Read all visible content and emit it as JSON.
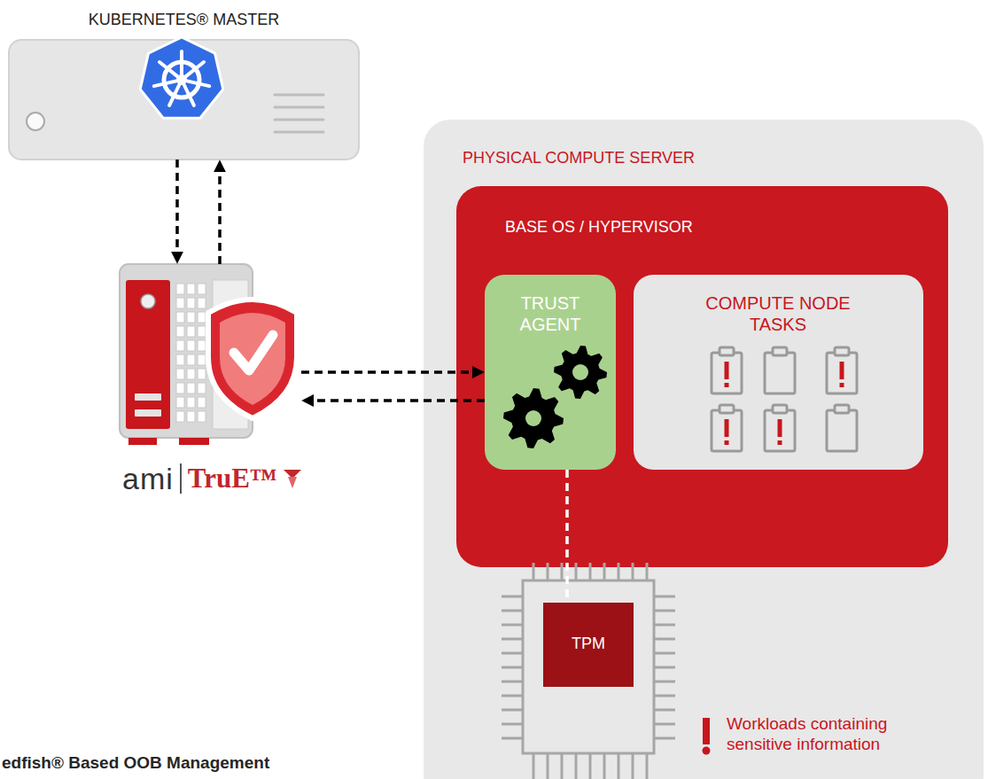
{
  "diagram": {
    "nodes": [
      {
        "text": [
          "KUBERNETES® MASTER"
        ]
      },
      {
        "text": [
          "ami",
          "TruE™"
        ]
      },
      {
        "text": [
          "PHYSICAL COMPUTE SERVER"
        ]
      },
      {
        "text": [
          "BASE OS / HYPERVISOR"
        ],
        "in": 2
      },
      {
        "text": [
          "TRUST AGENT"
        ],
        "in": 3
      },
      {
        "text": [
          "COMPUTE NODE TASKS"
        ],
        "in": 3
      },
      {
        "text": [
          "TPM"
        ],
        "in": 2
      }
    ],
    "edges": [
      {
        "from": 0,
        "to": 1,
        "arrow": "to"
      },
      {
        "from": 1,
        "to": 0,
        "arrow": "to"
      },
      {
        "from": 1,
        "to": 4,
        "arrow": "to"
      },
      {
        "from": 4,
        "to": 1,
        "arrow": "to"
      },
      {
        "from": 4,
        "to": 6,
        "arrow": "none"
      }
    ],
    "labels": [
      "edfish® Based OOB Management"
    ],
    "legend": [
      {
        "text": "Workloads containing sensitive information"
      }
    ]
  }
}
